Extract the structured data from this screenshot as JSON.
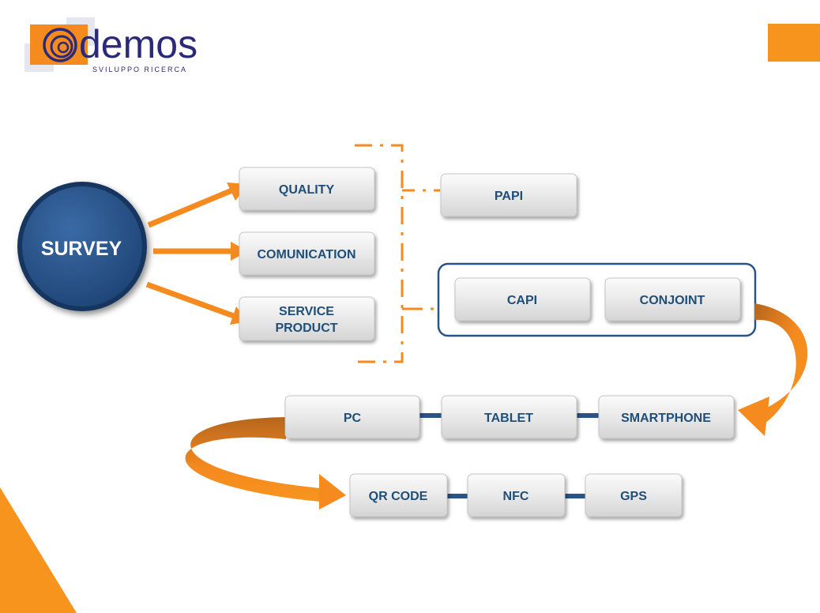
{
  "logo": {
    "name": "demos",
    "tagline": "SVILUPPO  RICERCA"
  },
  "colors": {
    "orange": "#f58a1f",
    "navy": "#2a5388",
    "text": "#1f4e79",
    "box": "#e5e5e5"
  },
  "survey": {
    "label": "SURVEY"
  },
  "topics": [
    {
      "id": "quality",
      "lines": [
        "QUALITY"
      ]
    },
    {
      "id": "comunication",
      "lines": [
        "COMUNICATION"
      ]
    },
    {
      "id": "service-product",
      "lines": [
        "SERVICE",
        "PRODUCT"
      ]
    }
  ],
  "methods": {
    "papi": "PAPI",
    "capi": "CAPI",
    "conjoint": "CONJOINT"
  },
  "devices": [
    "PC",
    "TABLET",
    "SMARTPHONE"
  ],
  "technologies": [
    "QR CODE",
    "NFC",
    "GPS"
  ]
}
